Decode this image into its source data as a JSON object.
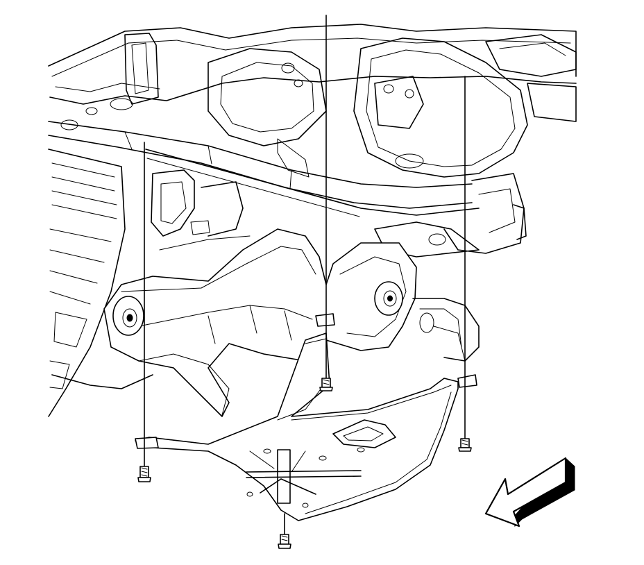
{
  "diagram": {
    "kind": "vehicle underbody exploded view line drawing",
    "fasteners": 4,
    "direction_arrow": {
      "icon": "front-direction-arrow-icon",
      "points": "lower-left"
    }
  }
}
